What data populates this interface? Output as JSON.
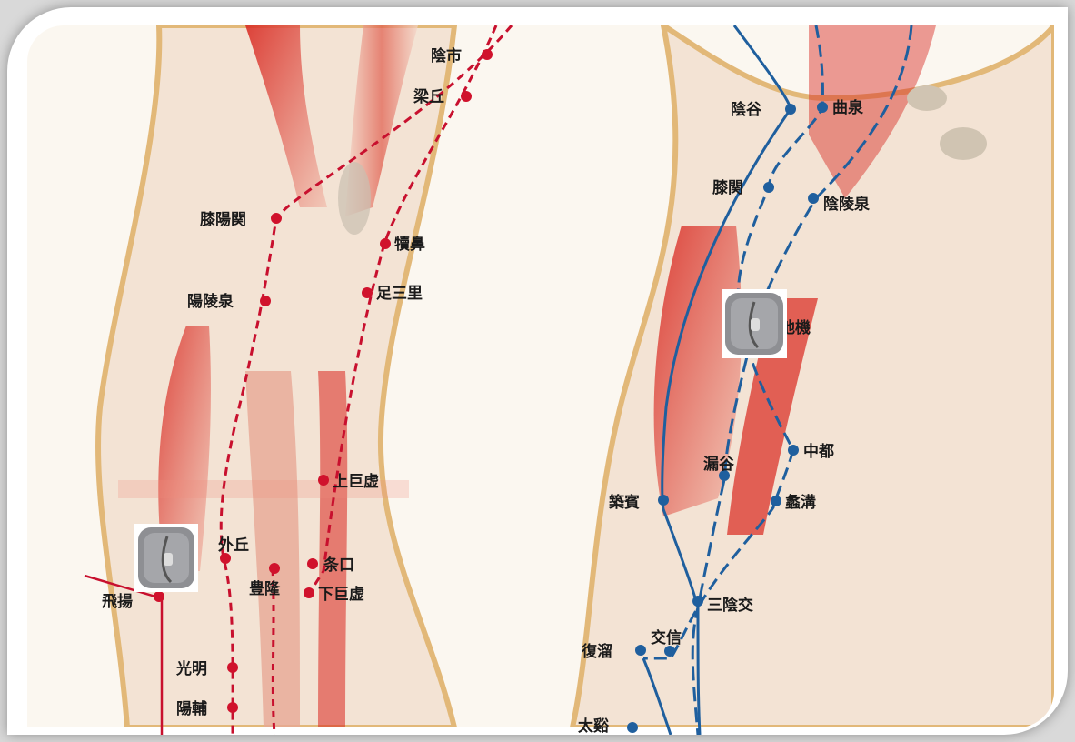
{
  "left_leg": {
    "points": [
      {
        "label": "陰市"
      },
      {
        "label": "梁丘"
      },
      {
        "label": "膝陽関"
      },
      {
        "label": "犢鼻"
      },
      {
        "label": "陽陵泉"
      },
      {
        "label": "足三里"
      },
      {
        "label": "上巨虚"
      },
      {
        "label": "外丘"
      },
      {
        "label": "条口"
      },
      {
        "label": "豊隆"
      },
      {
        "label": "下巨虚"
      },
      {
        "label": "飛揚"
      },
      {
        "label": "光明"
      },
      {
        "label": "陽輔"
      }
    ]
  },
  "right_leg": {
    "points": [
      {
        "label": "陰谷"
      },
      {
        "label": "曲泉"
      },
      {
        "label": "膝関"
      },
      {
        "label": "陰陵泉"
      },
      {
        "label": "地機"
      },
      {
        "label": "中都"
      },
      {
        "label": "漏谷"
      },
      {
        "label": "築賓"
      },
      {
        "label": "蠡溝"
      },
      {
        "label": "三陰交"
      },
      {
        "label": "交信"
      },
      {
        "label": "復溜"
      },
      {
        "label": "太谿"
      }
    ]
  },
  "colors": {
    "stomach_gallbladder_line": "#c8102e",
    "spleen_kidney_line": "#1f5f9e",
    "muscle": "#d9342b",
    "bone_outline": "#e8c78a"
  },
  "icons": [
    "electrode-pad-icon-left",
    "electrode-pad-icon-right"
  ]
}
